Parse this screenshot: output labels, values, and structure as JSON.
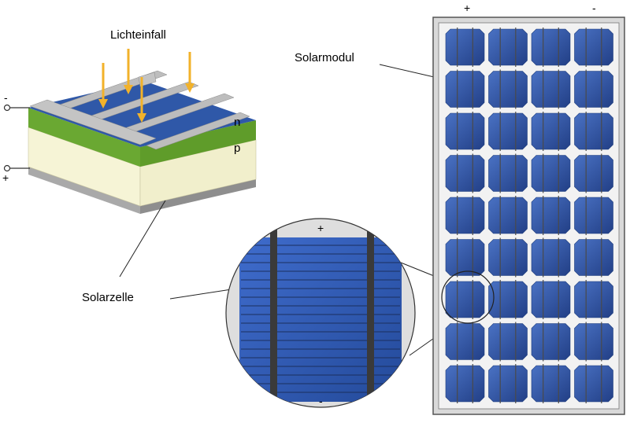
{
  "labels": {
    "light": "Lichteinfall",
    "module": "Solarmodul",
    "cell": "Solarzelle",
    "layer_n": "n",
    "layer_p": "p",
    "cell_minus": "-",
    "cell_plus": "+",
    "module_plus": "+",
    "module_minus": "-",
    "zoom_plus": "+",
    "zoom_minus": "-"
  },
  "module": {
    "columns": 4,
    "rows": 9
  },
  "colors": {
    "cell_blue": "#2f58a8",
    "cell_dark": "#1d3c7c",
    "n_layer": "#6aa832",
    "p_layer": "#f3f1cf",
    "contact_gray": "#b6b6b6",
    "arrow": "#f2b22a",
    "frame_gray": "#d8d8d8"
  }
}
